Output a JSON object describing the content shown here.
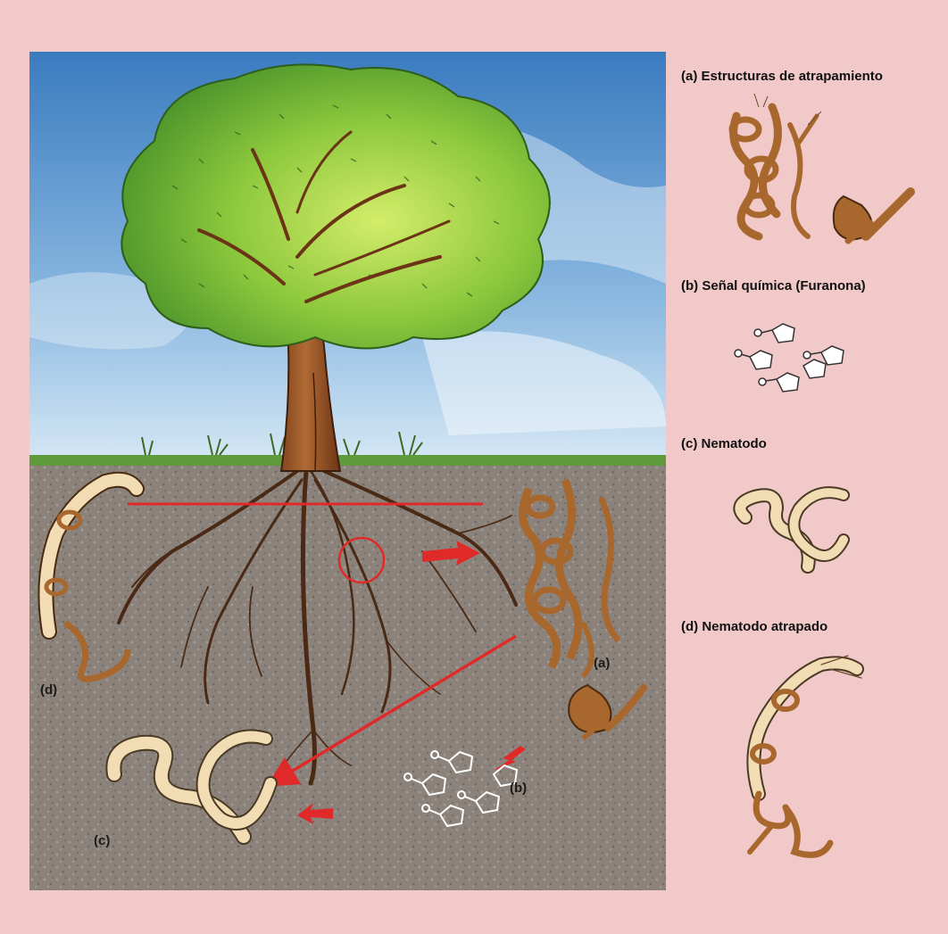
{
  "legend": [
    {
      "id": "a",
      "title": "(a) Estructuras de atrapamiento"
    },
    {
      "id": "b",
      "title": "(b) Señal química (Furanona)"
    },
    {
      "id": "c",
      "title": "(c) Nematodo"
    },
    {
      "id": "d",
      "title": "(d) Nematodo atrapado"
    }
  ],
  "scene_labels": {
    "a": "(a)",
    "b": "(b)",
    "c": "(c)",
    "d": "(d)"
  },
  "colors": {
    "background": "#f2c9c9",
    "sky_top": "#3c7fc2",
    "sky_bottom": "#cfe3f3",
    "soil": "#8a8179",
    "grass": "#5f9a3c",
    "trunk": "#8b4a22",
    "foliage": "#86c83a",
    "arrow": "#e02a2a",
    "fungus": "#a8672d",
    "nematode": "#f1dcb4"
  }
}
